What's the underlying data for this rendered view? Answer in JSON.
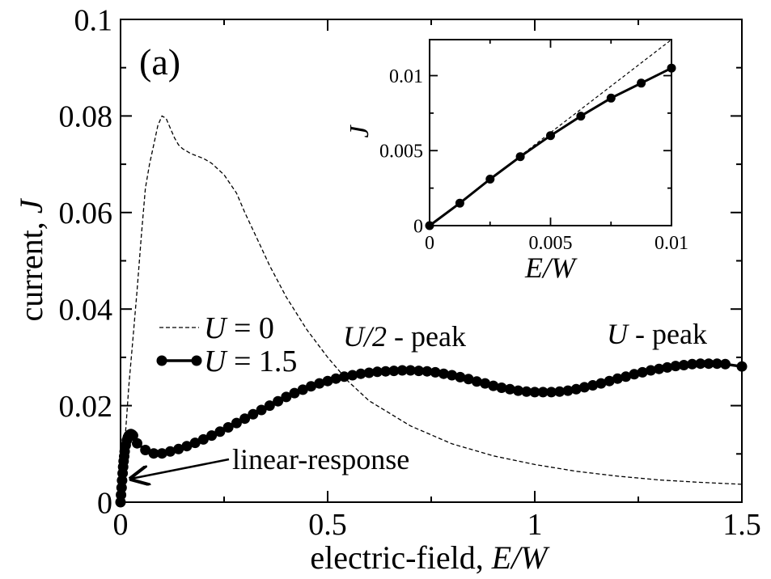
{
  "chart_data": [
    {
      "type": "line",
      "panel_label": "(a)",
      "xlabel_text": "electric-field, ",
      "xlabel_var": "E/W",
      "ylabel_text": "current, ",
      "ylabel_var": "J",
      "xlim": [
        0,
        1.5
      ],
      "ylim": [
        0,
        0.1
      ],
      "xticks": [
        {
          "value": 0,
          "label": "0"
        },
        {
          "value": 0.5,
          "label": "0.5"
        },
        {
          "value": 1,
          "label": "1"
        },
        {
          "value": 1.5,
          "label": "1.5"
        }
      ],
      "yticks": [
        {
          "value": 0,
          "label": "0"
        },
        {
          "value": 0.02,
          "label": "0.02"
        },
        {
          "value": 0.04,
          "label": "0.04"
        },
        {
          "value": 0.06,
          "label": "0.06"
        },
        {
          "value": 0.08,
          "label": "0.08"
        },
        {
          "value": 0.1,
          "label": "0.1"
        }
      ],
      "legend_position": "left-middle",
      "series": [
        {
          "name": "U = 0",
          "legend_var": "U",
          "legend_rest": " = 0",
          "style": "dashed",
          "x": [
            0,
            0.005,
            0.01,
            0.015,
            0.02,
            0.03,
            0.04,
            0.05,
            0.06,
            0.07,
            0.08,
            0.09,
            0.1,
            0.11,
            0.12,
            0.13,
            0.14,
            0.15,
            0.17,
            0.2,
            0.22,
            0.25,
            0.28,
            0.3,
            0.33,
            0.36,
            0.4,
            0.45,
            0.5,
            0.55,
            0.6,
            0.7,
            0.8,
            0.9,
            1.0,
            1.1,
            1.2,
            1.3,
            1.4,
            1.5
          ],
          "y": [
            0,
            0.006,
            0.012,
            0.018,
            0.024,
            0.034,
            0.044,
            0.055,
            0.065,
            0.07,
            0.074,
            0.078,
            0.08,
            0.0795,
            0.0775,
            0.0755,
            0.074,
            0.0732,
            0.0722,
            0.0712,
            0.0702,
            0.0678,
            0.064,
            0.06,
            0.0545,
            0.049,
            0.0425,
            0.0357,
            0.03,
            0.025,
            0.021,
            0.0158,
            0.0121,
            0.0096,
            0.0078,
            0.0064,
            0.0054,
            0.0046,
            0.0041,
            0.0037
          ]
        },
        {
          "name": "U = 1.5",
          "legend_var": "U",
          "legend_rest": " = 1.5",
          "style": "solid-markers",
          "x": [
            0,
            0.00125,
            0.0025,
            0.00375,
            0.005,
            0.00625,
            0.0075,
            0.00875,
            0.01,
            0.0125,
            0.015,
            0.0175,
            0.02,
            0.0225,
            0.025,
            0.0275,
            0.03,
            0.04,
            0.06,
            0.08,
            0.1,
            0.12,
            0.14,
            0.16,
            0.18,
            0.2,
            0.22,
            0.24,
            0.26,
            0.28,
            0.3,
            0.32,
            0.34,
            0.36,
            0.38,
            0.4,
            0.42,
            0.44,
            0.46,
            0.48,
            0.5,
            0.52,
            0.54,
            0.56,
            0.58,
            0.6,
            0.62,
            0.64,
            0.66,
            0.68,
            0.7,
            0.72,
            0.74,
            0.76,
            0.78,
            0.8,
            0.82,
            0.84,
            0.86,
            0.88,
            0.9,
            0.92,
            0.94,
            0.96,
            0.98,
            1.0,
            1.02,
            1.04,
            1.06,
            1.08,
            1.1,
            1.12,
            1.14,
            1.16,
            1.18,
            1.2,
            1.22,
            1.24,
            1.26,
            1.28,
            1.3,
            1.32,
            1.34,
            1.36,
            1.38,
            1.4,
            1.42,
            1.44,
            1.46,
            1.5
          ],
          "y": [
            0,
            0.0015,
            0.003,
            0.0045,
            0.006,
            0.0073,
            0.0085,
            0.0095,
            0.0105,
            0.0118,
            0.0128,
            0.0134,
            0.0138,
            0.014,
            0.0141,
            0.014,
            0.0138,
            0.0122,
            0.0108,
            0.0101,
            0.0101,
            0.0105,
            0.011,
            0.0116,
            0.0123,
            0.013,
            0.0138,
            0.0146,
            0.0155,
            0.0164,
            0.0173,
            0.0182,
            0.0191,
            0.02,
            0.0209,
            0.0218,
            0.0226,
            0.0233,
            0.024,
            0.0246,
            0.0251,
            0.0256,
            0.026,
            0.0263,
            0.0266,
            0.0268,
            0.027,
            0.0271,
            0.0272,
            0.0273,
            0.0273,
            0.0272,
            0.0271,
            0.0269,
            0.0266,
            0.0263,
            0.0259,
            0.0255,
            0.025,
            0.0246,
            0.0241,
            0.0237,
            0.0234,
            0.0231,
            0.0229,
            0.0228,
            0.0228,
            0.0228,
            0.0229,
            0.0231,
            0.0234,
            0.0238,
            0.0242,
            0.0246,
            0.0251,
            0.0256,
            0.026,
            0.0265,
            0.0269,
            0.0273,
            0.0276,
            0.0279,
            0.0282,
            0.0284,
            0.0286,
            0.0287,
            0.0287,
            0.0287,
            0.0286,
            0.0281
          ]
        }
      ],
      "annotations": [
        {
          "id": "half_peak",
          "var": "U/2",
          "rest": " - peak",
          "x": 0.545,
          "y": 0.032
        },
        {
          "id": "full_peak",
          "var": "U",
          "rest": " - peak",
          "x": 1.175,
          "y": 0.032
        },
        {
          "id": "linear",
          "text": "linear-response",
          "x": 0.27,
          "y": 0.0085,
          "arrow_to": [
            0.015,
            0.0045
          ]
        }
      ]
    },
    {
      "type": "line",
      "role": "inset",
      "xlabel_var": "E/W",
      "ylabel_var": "J",
      "xlim": [
        0,
        0.01
      ],
      "ylim": [
        0,
        0.0124
      ],
      "xticks": [
        {
          "value": 0,
          "label": "0"
        },
        {
          "value": 0.005,
          "label": "0.005"
        },
        {
          "value": 0.01,
          "label": "0.01"
        }
      ],
      "yticks": [
        {
          "value": 0,
          "label": "0"
        },
        {
          "value": 0.005,
          "label": "0.005"
        },
        {
          "value": 0.01,
          "label": "0.01"
        }
      ],
      "series": [
        {
          "style": "dashed",
          "x": [
            0,
            0.01
          ],
          "y": [
            0,
            0.0124
          ]
        },
        {
          "style": "solid-markers",
          "x": [
            0,
            0.00125,
            0.0025,
            0.00375,
            0.005,
            0.00625,
            0.0075,
            0.00875,
            0.01
          ],
          "y": [
            0,
            0.0015,
            0.0031,
            0.0046,
            0.006,
            0.0073,
            0.0085,
            0.0095,
            0.0105
          ]
        }
      ]
    }
  ]
}
